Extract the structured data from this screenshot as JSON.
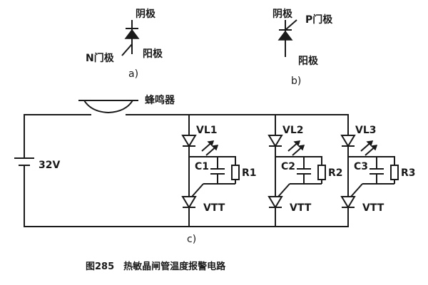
{
  "symbol_a": {
    "cathode": "阴极",
    "gate": "N门极",
    "anode": "阳极",
    "sub": "a)"
  },
  "symbol_b": {
    "cathode": "阴极",
    "gate": "P门极",
    "anode": "阳极",
    "sub": "b)"
  },
  "circuit": {
    "buzzer": "蜂鸣器",
    "battery": "32V",
    "sub": "c)",
    "branches": [
      {
        "led": "VL1",
        "cap": "C1",
        "res": "R1",
        "scr": "VTT"
      },
      {
        "led": "VL2",
        "cap": "C2",
        "res": "R2",
        "scr": "VTT"
      },
      {
        "led": "VL3",
        "cap": "C3",
        "res": "R3",
        "scr": "VTT"
      }
    ]
  },
  "caption": "图285　热敏晶闸管温度报警电路"
}
